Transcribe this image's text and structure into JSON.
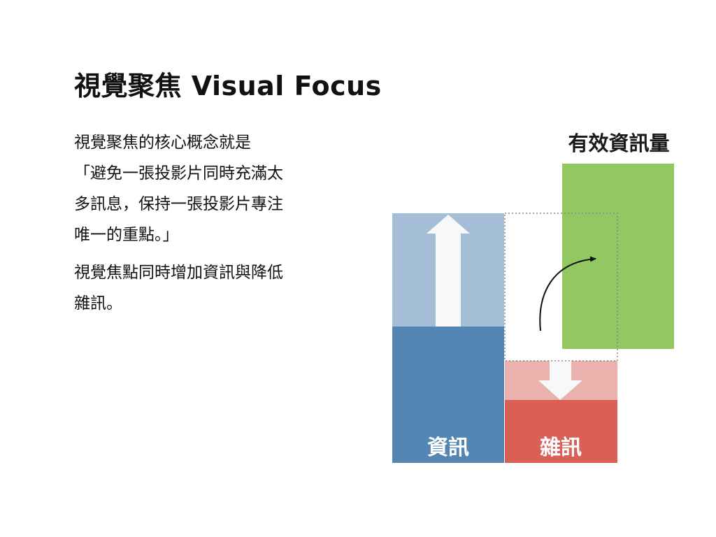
{
  "slide": {
    "title": "視覺聚焦 Visual Focus",
    "paragraphs": [
      {
        "lines": [
          "視覺聚焦的核心概念就是",
          "「避免一張投影片同時充滿太",
          "多訊息，保持一張投影片專注",
          "唯一的重點。」"
        ]
      },
      {
        "lines": [
          "視覺焦點同時增加資訊與降低",
          "雜訊。"
        ]
      }
    ]
  },
  "diagram": {
    "effective_info_label": "有效資訊量",
    "info_label": "資訊",
    "noise_label": "雜訊",
    "colors": {
      "info": "#5486b3",
      "info_light": "#a3bed6",
      "noise": "#d95f57",
      "noise_light": "#ebb2ad",
      "effective": "#93c762",
      "arrow_fill": "#f7f8f9",
      "dotted_line": "#888888",
      "curve": "#111111"
    }
  }
}
